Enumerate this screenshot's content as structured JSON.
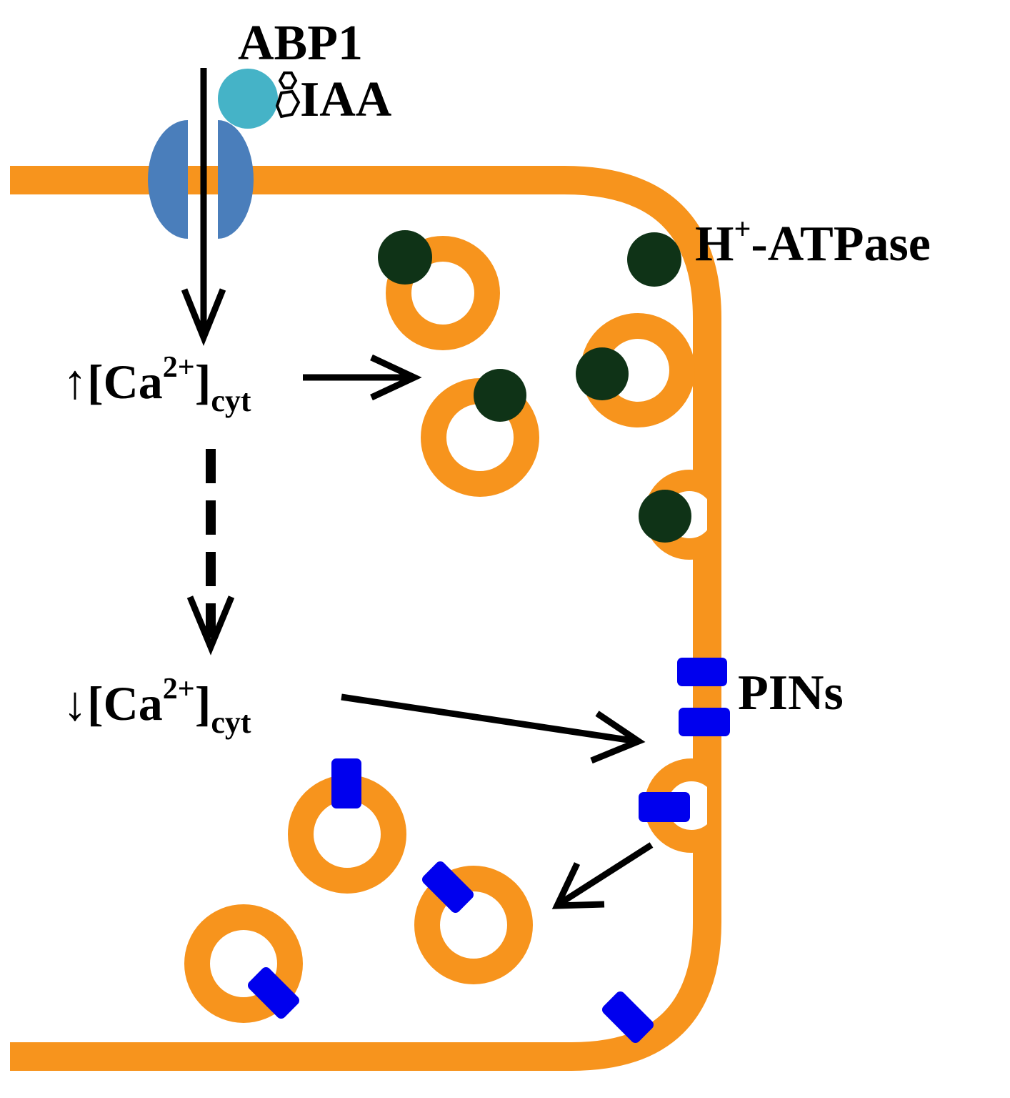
{
  "labels": {
    "abp1": "ABP1",
    "iaa": "IAA",
    "atpase_h": "H",
    "atpase_sup": "+",
    "atpase_rest": "-ATPase",
    "ca_up_arrow": "↑[Ca",
    "ca_down_arrow": "↓[Ca",
    "ca_charge": "2+",
    "ca_close": "]",
    "ca_sub": "cyt",
    "pins": "PINs"
  },
  "colors": {
    "membrane": "#F7941D",
    "h_atpase": "#0F3317",
    "pin": "#0000EE",
    "channel": "#4A7EBB",
    "abp1": "#45B3C7",
    "arrow": "#000000"
  }
}
